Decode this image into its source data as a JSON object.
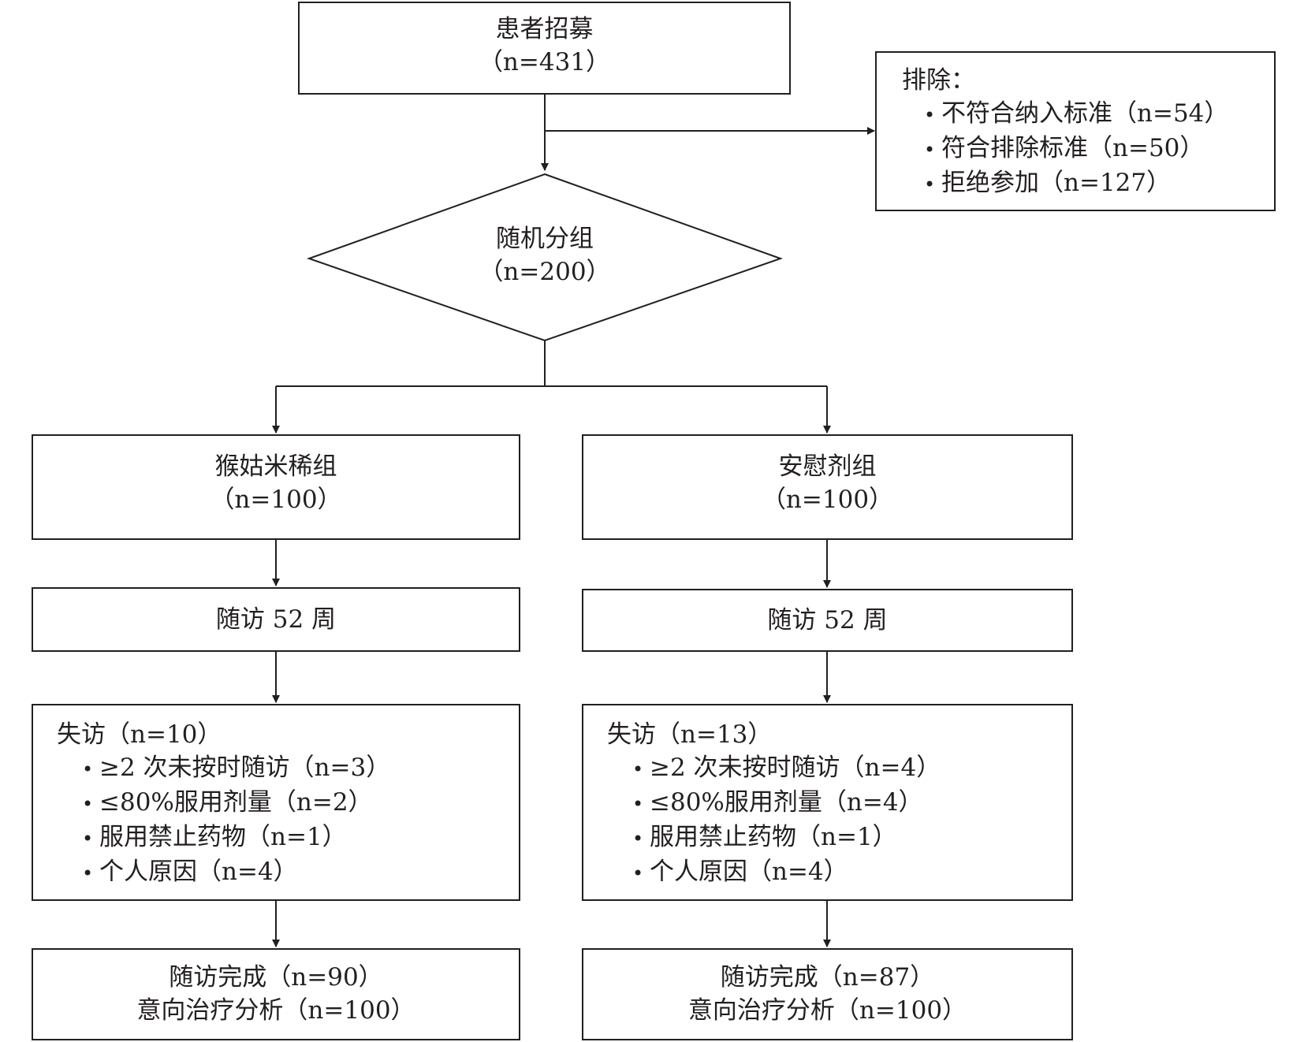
{
  "enroll": {
    "title": "患者招募",
    "n": "（n=431）"
  },
  "exclusion": {
    "title": "排除：",
    "items": [
      "不符合纳入标准（n=54）",
      "符合排除标准（n=50）",
      "拒绝参加（n=127）"
    ]
  },
  "randomize": {
    "title": "随机分组",
    "n": "（n=200）"
  },
  "groups": [
    {
      "name": "猴姑米稀组",
      "n": "（n=100）",
      "followup": "随访 52 周",
      "loss": {
        "title": "失访（n=10）",
        "items": [
          "≥2 次未按时随访（n=3）",
          "≤80%服用剂量（n=2）",
          "服用禁止药物（n=1）",
          "个人原因（n=4）"
        ]
      },
      "complete": "随访完成（n=90）",
      "itt": "意向治疗分析（n=100）"
    },
    {
      "name": "安慰剂组",
      "n": "（n=100）",
      "followup": "随访 52 周",
      "loss": {
        "title": "失访（n=13）",
        "items": [
          "≥2 次未按时随访（n=4）",
          "≤80%服用剂量（n=4）",
          "服用禁止药物（n=1）",
          "个人原因（n=4）"
        ]
      },
      "complete": "随访完成（n=87）",
      "itt": "意向治疗分析（n=100）"
    }
  ]
}
